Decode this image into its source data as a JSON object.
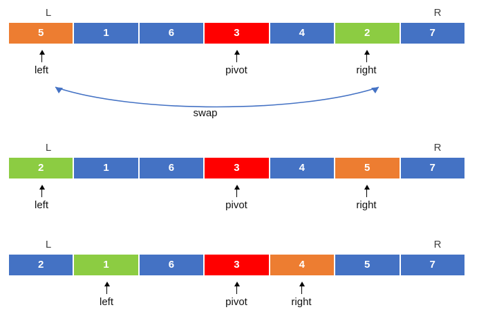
{
  "diagram": {
    "title_text": "",
    "colors": {
      "blue": "#4472c4",
      "orange": "#ed7d31",
      "green": "#8ccc42",
      "red": "#ff0000",
      "arrow_black": "#000000",
      "swap_arc_blue": "#4472c4",
      "cell_text": "#ffffff",
      "label_text": "#101010",
      "background": "#ffffff"
    },
    "end_labels": {
      "left": "L",
      "right": "R"
    },
    "rows": [
      {
        "id": "row-1",
        "cells": [
          {
            "value": "5",
            "color": "orange"
          },
          {
            "value": "1",
            "color": "blue"
          },
          {
            "value": "6",
            "color": "blue"
          },
          {
            "value": "3",
            "color": "red"
          },
          {
            "value": "4",
            "color": "blue"
          },
          {
            "value": "2",
            "color": "green"
          },
          {
            "value": "7",
            "color": "blue"
          }
        ],
        "pointers": [
          {
            "label": "left",
            "index": 0
          },
          {
            "label": "pivot",
            "index": 3
          },
          {
            "label": "right",
            "index": 5
          }
        ],
        "annotation": {
          "label": "swap",
          "from_index": 0,
          "to_index": 5
        }
      },
      {
        "id": "row-2",
        "cells": [
          {
            "value": "2",
            "color": "green"
          },
          {
            "value": "1",
            "color": "blue"
          },
          {
            "value": "6",
            "color": "blue"
          },
          {
            "value": "3",
            "color": "red"
          },
          {
            "value": "4",
            "color": "blue"
          },
          {
            "value": "5",
            "color": "orange"
          },
          {
            "value": "7",
            "color": "blue"
          }
        ],
        "pointers": [
          {
            "label": "left",
            "index": 0
          },
          {
            "label": "pivot",
            "index": 3
          },
          {
            "label": "right",
            "index": 5
          }
        ],
        "annotation": null
      },
      {
        "id": "row-3",
        "cells": [
          {
            "value": "2",
            "color": "blue"
          },
          {
            "value": "1",
            "color": "green"
          },
          {
            "value": "6",
            "color": "blue"
          },
          {
            "value": "3",
            "color": "red"
          },
          {
            "value": "4",
            "color": "orange"
          },
          {
            "value": "5",
            "color": "blue"
          },
          {
            "value": "7",
            "color": "blue"
          }
        ],
        "pointers": [
          {
            "label": "left",
            "index": 1
          },
          {
            "label": "pivot",
            "index": 3
          },
          {
            "label": "right",
            "index": 4
          }
        ],
        "annotation": null
      }
    ]
  }
}
